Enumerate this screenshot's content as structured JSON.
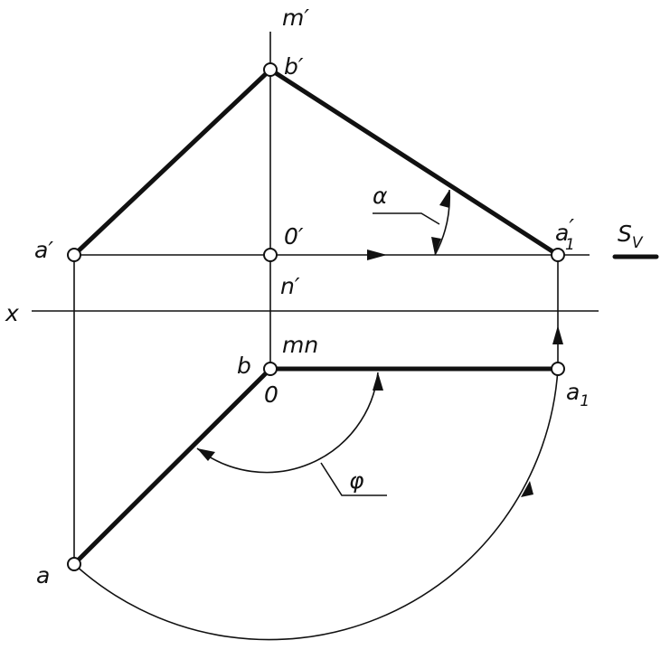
{
  "labels": {
    "m_prime": "m′",
    "b_prime": "b′",
    "a_prime": "a′",
    "o_prime": "0′",
    "n_prime": "n′",
    "a1_prime_base": "a",
    "a1_prime_sub": "1",
    "a1_prime_mark": "′",
    "alpha": "α",
    "sv_base": "S",
    "sv_sub": "V",
    "x_axis": "x",
    "b": "b",
    "mn": "mn",
    "o": "0",
    "a1_base": "a",
    "a1_sub": "1",
    "phi": "φ",
    "a": "a"
  }
}
